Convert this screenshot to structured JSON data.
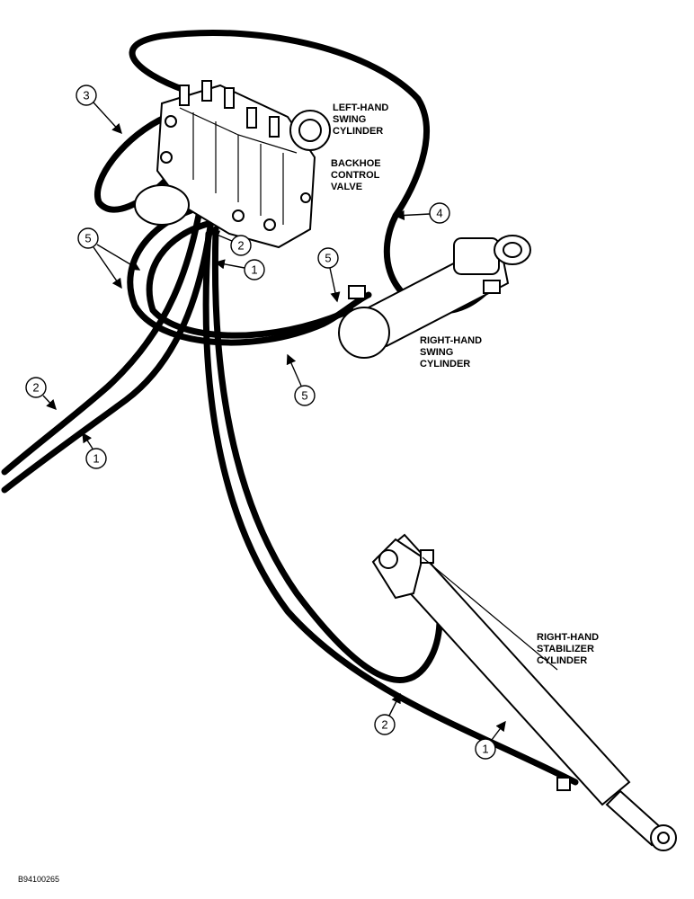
{
  "labels": {
    "left_swing": [
      "LEFT-HAND",
      "SWING",
      "CYLINDER"
    ],
    "control_valve": [
      "BACKHOE",
      "CONTROL",
      "VALVE"
    ],
    "right_swing": [
      "RIGHT-HAND",
      "SWING",
      "CYLINDER"
    ],
    "right_stabilizer": [
      "RIGHT-HAND",
      "STABILIZER",
      "CYLINDER"
    ]
  },
  "callouts": [
    "3",
    "5",
    "2",
    "1",
    "4",
    "5",
    "5",
    "2",
    "1",
    "2",
    "1"
  ],
  "figure_id": "B94100265"
}
